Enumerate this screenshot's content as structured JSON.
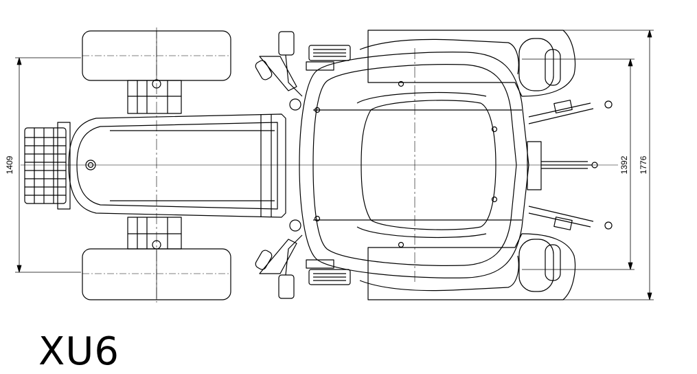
{
  "model": "XU6",
  "dimensions": {
    "front_track": "1409",
    "rear_track": "1392",
    "overall_width": "1776"
  }
}
